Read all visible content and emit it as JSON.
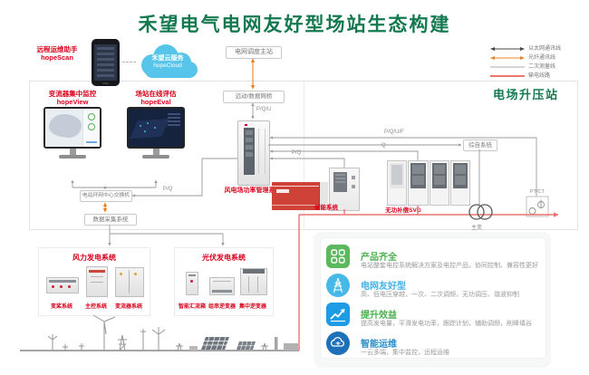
{
  "title": "禾望电气电网友好型场站生态构建",
  "colors": {
    "brand_green": "#15794f",
    "label_red": "#d9001b",
    "fiber_orange": "#ef8220",
    "power_red": "#e87272",
    "comm_gray": "#9a9a9a"
  },
  "remote_assistant": {
    "name": "远程运维助手",
    "product": "hopeScan"
  },
  "cloud": {
    "name": "禾望云服务",
    "product": "hopeCloud"
  },
  "dispatch": {
    "master_station": "电网调度主站",
    "gateway": "远动/数据网桥"
  },
  "legend": {
    "items": [
      {
        "label": "以太网通讯线",
        "type": "ethernet",
        "color": "#444444"
      },
      {
        "label": "光纤通讯线",
        "type": "fiber",
        "color": "#ef8220"
      },
      {
        "label": "二次测量线",
        "type": "measurement",
        "color": "#ababab"
      },
      {
        "label": "输电线路",
        "type": "power",
        "color": "#e24a3b"
      }
    ]
  },
  "station": {
    "region_label": "电场升压站",
    "monitors": [
      {
        "name": "变流器集中监控",
        "product": "hopeView"
      },
      {
        "name": "场站在线评估",
        "product": "hopeEval"
      }
    ],
    "ring_switch": "电站环网中心交换机",
    "daq": "数据采集系统",
    "power_mgmt": "风电场功率管理系统",
    "storage": "储能系统",
    "svg": "无功补偿SVG",
    "automation": "综自系统",
    "ptct": "PT/CT",
    "transformer": "主变"
  },
  "line_labels": {
    "pqu": "P/Q/U",
    "pq_left": "P/Q",
    "pquf": "P/Q/U/F",
    "q": "Q",
    "pq_right": "P/Q"
  },
  "generation_panels": [
    {
      "title": "风力发电系统",
      "items": [
        "变桨系统",
        "主控系统",
        "变流器系统"
      ]
    },
    {
      "title": "光伏发电系统",
      "items": [
        "智能汇流箱",
        "组串逆变器",
        "集中逆变器"
      ]
    }
  ],
  "features": [
    {
      "title": "产品齐全",
      "description": "电站整套电控系统解决方案及电控产品，协同控制、兼容性更好",
      "accent": "#4cb050"
    },
    {
      "title": "电网友好型",
      "description": "高、低电压穿越，一次、二次调频，无功调压、谐波抑制",
      "accent": "#41b6e6"
    },
    {
      "title": "提升效益",
      "description": "提高发电量，平滑发电功率，跟踪计划，辅助调频，削峰填谷",
      "accent": "#4cb050"
    },
    {
      "title": "智能运维",
      "description": "一云多端，集中监控，远程运维",
      "accent": "#2a8ec9"
    }
  ]
}
